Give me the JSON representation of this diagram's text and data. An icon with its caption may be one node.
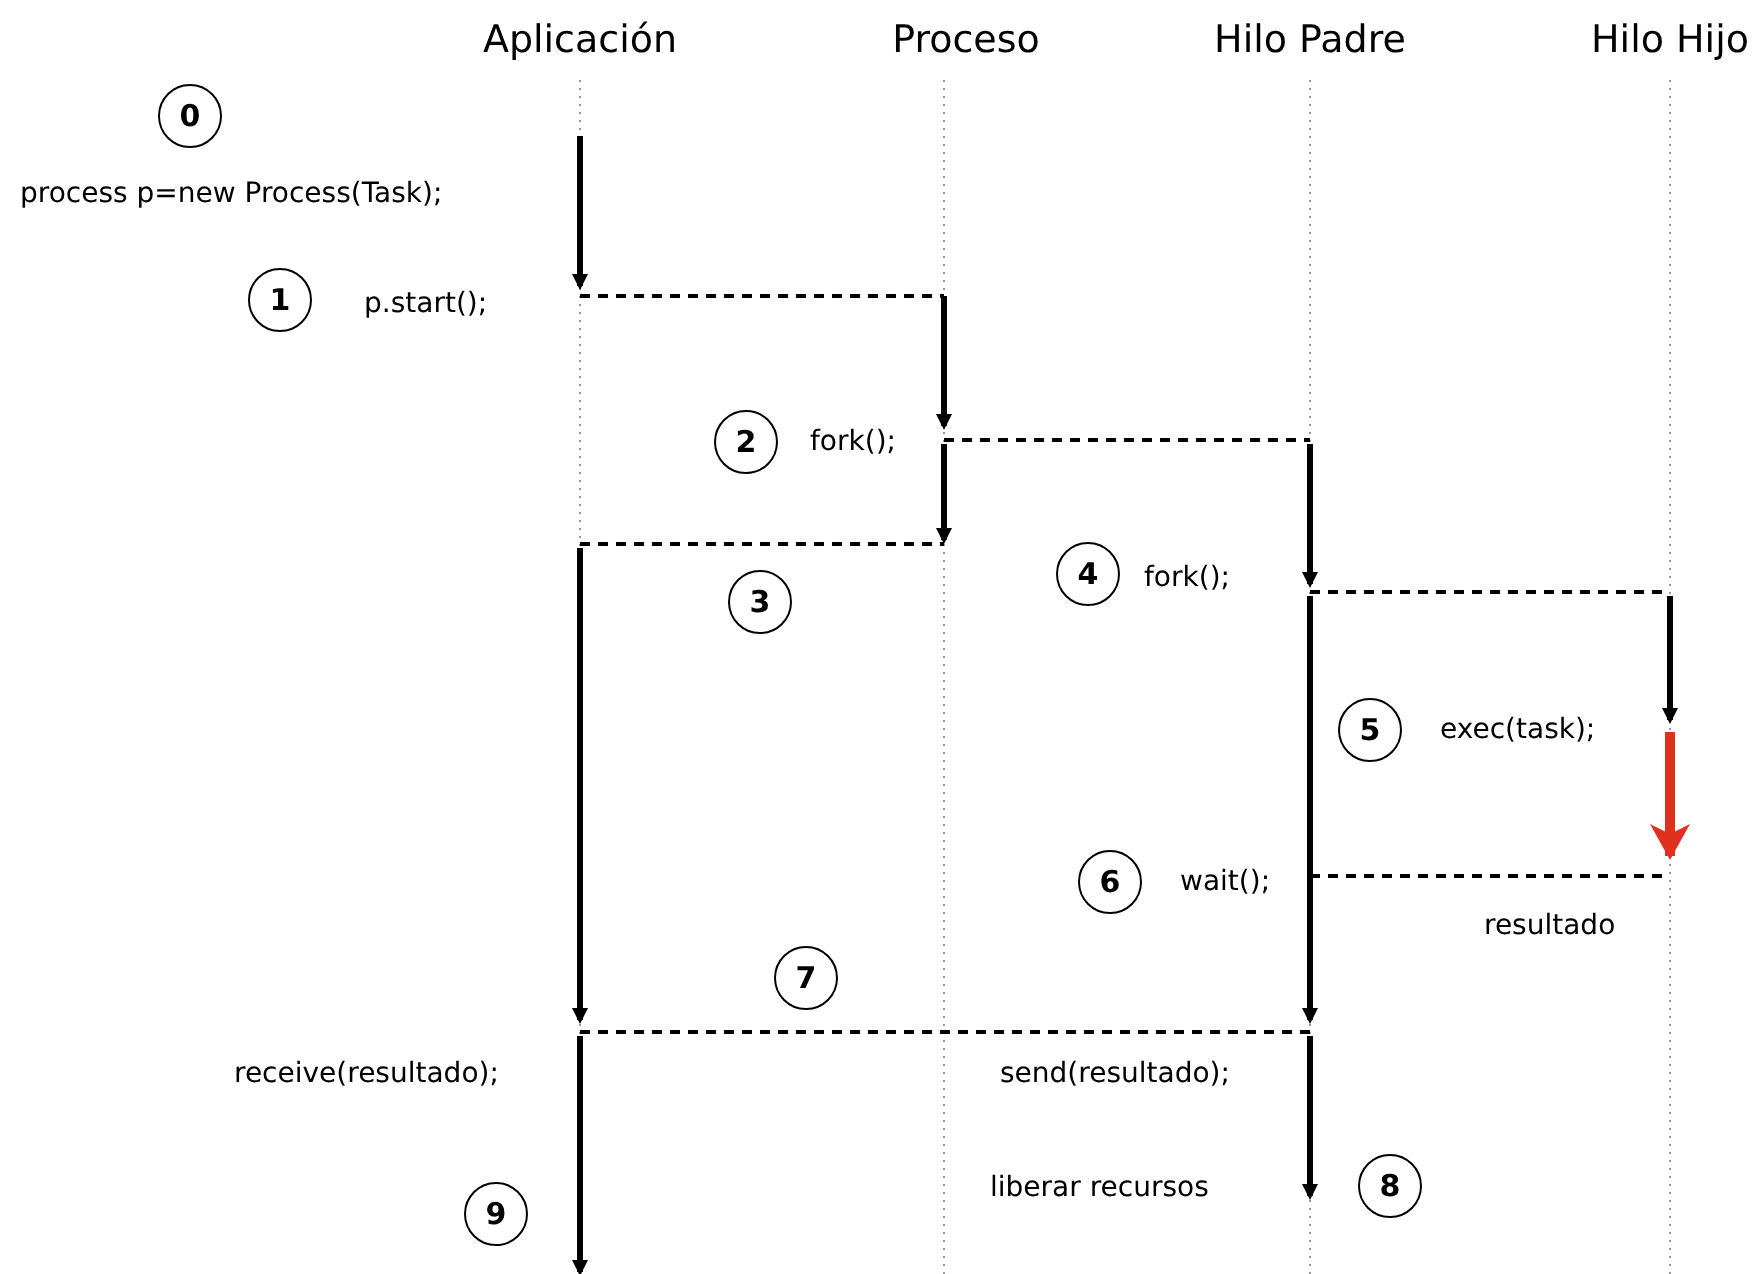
{
  "diagram": {
    "nodes": [
      {
        "text": [
          "0"
        ],
        "beside": [
          "process p=new Process(Task);"
        ]
      },
      {
        "text": [
          "1"
        ],
        "beside": [
          "p.start();"
        ]
      },
      {
        "text": [
          "2"
        ],
        "beside": [
          "fork();"
        ]
      },
      {
        "text": [
          "3"
        ]
      },
      {
        "text": [
          "4"
        ],
        "beside": [
          "fork();"
        ]
      },
      {
        "text": [
          "5"
        ],
        "beside": [
          "exec(task);"
        ]
      },
      {
        "text": [
          "6"
        ],
        "beside": [
          "wait();"
        ]
      },
      {
        "text": [
          "7"
        ]
      },
      {
        "text": [
          "8"
        ]
      },
      {
        "text": [
          "9"
        ]
      }
    ],
    "labels": [
      "Aplicación",
      "Proceso",
      "Hilo Padre",
      "Hilo Hijo",
      "resultado",
      "receive(resultado);",
      "send(resultado);",
      "liberar recursos"
    ]
  }
}
